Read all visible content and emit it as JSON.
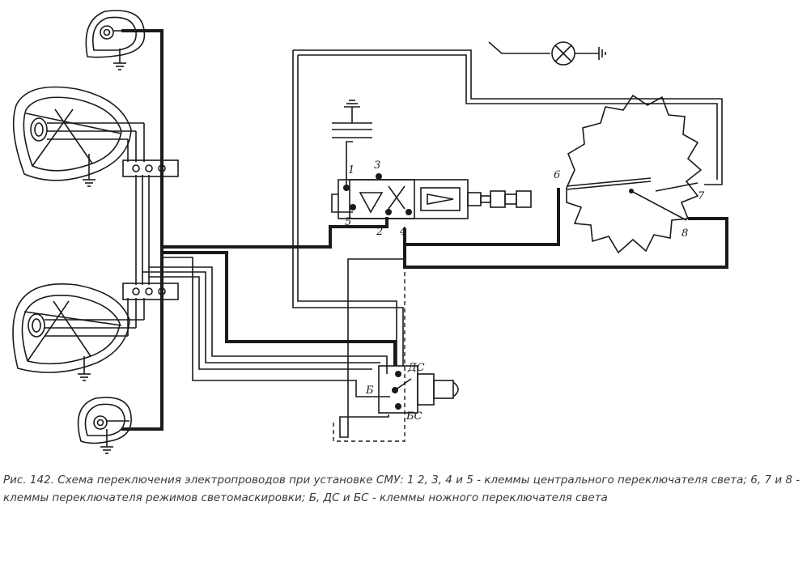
{
  "terminals": {
    "t1": "1",
    "t2": "2",
    "t3": "3",
    "t4": "4",
    "t5": "5",
    "t6": "6",
    "t7": "7",
    "t8": "8",
    "tB": "Б",
    "tDS": "ДС",
    "tBS": "БС"
  },
  "caption": "Рис. 142. Схема переключения электропроводов при установке СМУ: 1 2, 3, 4 и 5 - клеммы центрального переключателя света; 6, 7 и 8 - клеммы переключателя режимов светомаскировки; Б, ДС и БС - клеммы ножного переключателя света"
}
